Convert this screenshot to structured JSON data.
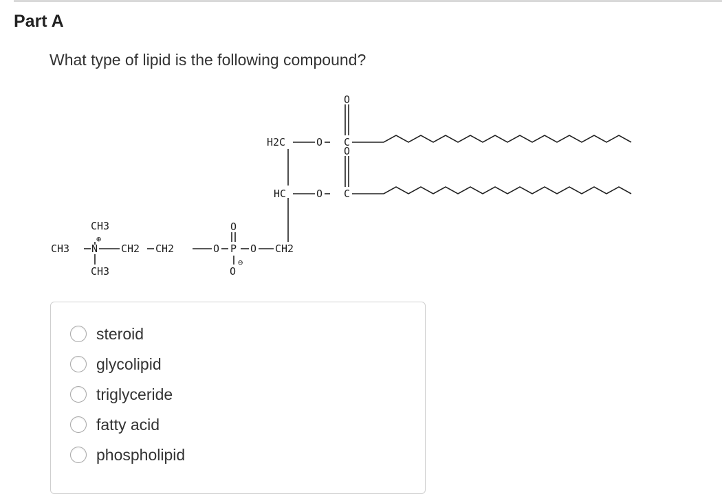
{
  "part": {
    "title": "Part A"
  },
  "question": {
    "text": "What type of lipid is the following compound?"
  },
  "structure": {
    "labels": {
      "ch3_top": "CH3",
      "ch3_left": "CH3",
      "n": "N",
      "ch3_bottom": "CH3",
      "plus_charge": "⊕",
      "ch2_a": "CH2",
      "ch2_b": "CH2",
      "o_ester": "O",
      "o_double_top": "O",
      "p": "P",
      "o_link": "O",
      "o_minus": "O",
      "minus_charge": "⊖",
      "ch2_glycerol": "CH2",
      "hc": "HC",
      "h2c": "H2C",
      "o_chain1": "O",
      "c_chain1": "C",
      "o_carbonyl1": "O",
      "o_chain2": "O",
      "c_chain2": "C",
      "o_carbonyl2": "O"
    }
  },
  "answers": {
    "options": [
      {
        "label": "steroid"
      },
      {
        "label": "glycolipid"
      },
      {
        "label": "triglyceride"
      },
      {
        "label": "fatty acid"
      },
      {
        "label": "phospholipid"
      }
    ]
  }
}
